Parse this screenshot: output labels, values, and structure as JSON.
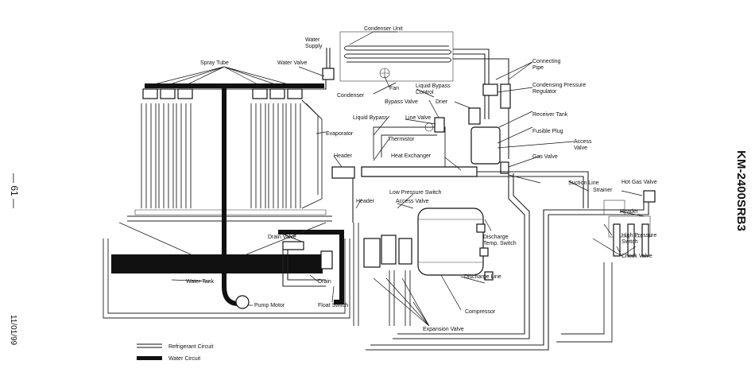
{
  "side": {
    "model": "KM-2400SRB3",
    "page": "— 61 —",
    "date": "11/01/99"
  },
  "legend": {
    "refrigerant": "Refrigerant Circuit",
    "water": "Water Circuit"
  },
  "labels": {
    "condenser_unit": "Condenser Unit",
    "water_supply": "Water\nSupply",
    "spray_tube": "Spray Tube",
    "water_valve": "Water Valve",
    "fan": "Fan",
    "condenser": "Condenser",
    "liquid_bypass_control": "Liquid Bypass\nControl",
    "connecting_pipe": "Connecting\nPipe",
    "condensing_pressure_regulator": "Condensing Pressure\nRegulator",
    "bypass_valve": "Bypass Valve",
    "drier": "Drier",
    "receiver_tank": "Receiver Tank",
    "liquid_bypass": "Liquid Bypass",
    "line_valve": "Line Valve",
    "fusible_plug": "Fusible Plug",
    "evaporator": "Evaporator",
    "thermistor": "Thermistor",
    "access_valve_right": "Access\nValve",
    "gas_valve": "Gas Valve",
    "header_left": "Header",
    "heat_exchanger": "Heat Exchanger",
    "suction_line": "Suction Line",
    "strainer": "Strainer",
    "hot_gas_valve": "Hot Gas Valve",
    "header_mid": "Header",
    "low_pressure_switch": "Low Pressure Switch",
    "access_valve_mid": "Access Valve",
    "header_right": "Header",
    "drain_valve": "Drain Valve",
    "discharge_temp_switch": "Discharge\nTemp. Switch",
    "high_pressure_switch": "High Pressure\nSwitch",
    "check_valve": "Check Valve",
    "water_tank": "Water Tank",
    "drain": "Drain",
    "discharge_line": "Discharge Line",
    "pump_motor": "Pump Motor",
    "float_switch": "Float Switch",
    "compressor": "Compressor",
    "expansion_valve": "Expansion Valve"
  }
}
